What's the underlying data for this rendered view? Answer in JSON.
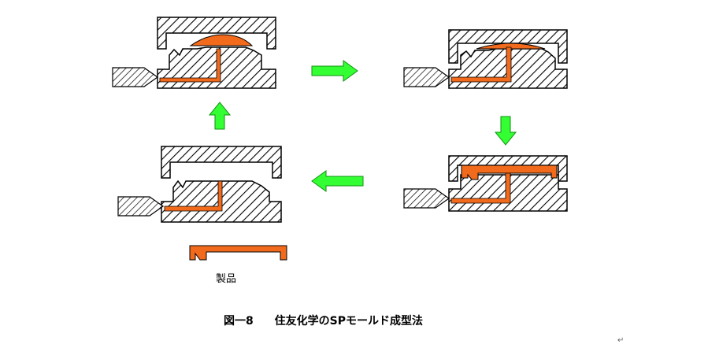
{
  "colors": {
    "resin": "#F26A1B",
    "arrow": "#33FF33",
    "arrow_stroke": "#129212",
    "outline": "#000000",
    "background": "#FFFFFF"
  },
  "steps": [
    {
      "name": "step-1-injection",
      "description_icon": "mold-injection"
    },
    {
      "name": "step-2-press",
      "description_icon": "mold-pressing"
    },
    {
      "name": "step-3-cooling",
      "description_icon": "mold-closed"
    },
    {
      "name": "step-4-open",
      "description_icon": "mold-open"
    }
  ],
  "flow_arrows": [
    "right",
    "down",
    "left",
    "up"
  ],
  "labels": {
    "product": "製品",
    "figure_number": "図一8",
    "figure_title": "住友化学のSPモールド成型法",
    "paragraph_mark": "↵"
  }
}
